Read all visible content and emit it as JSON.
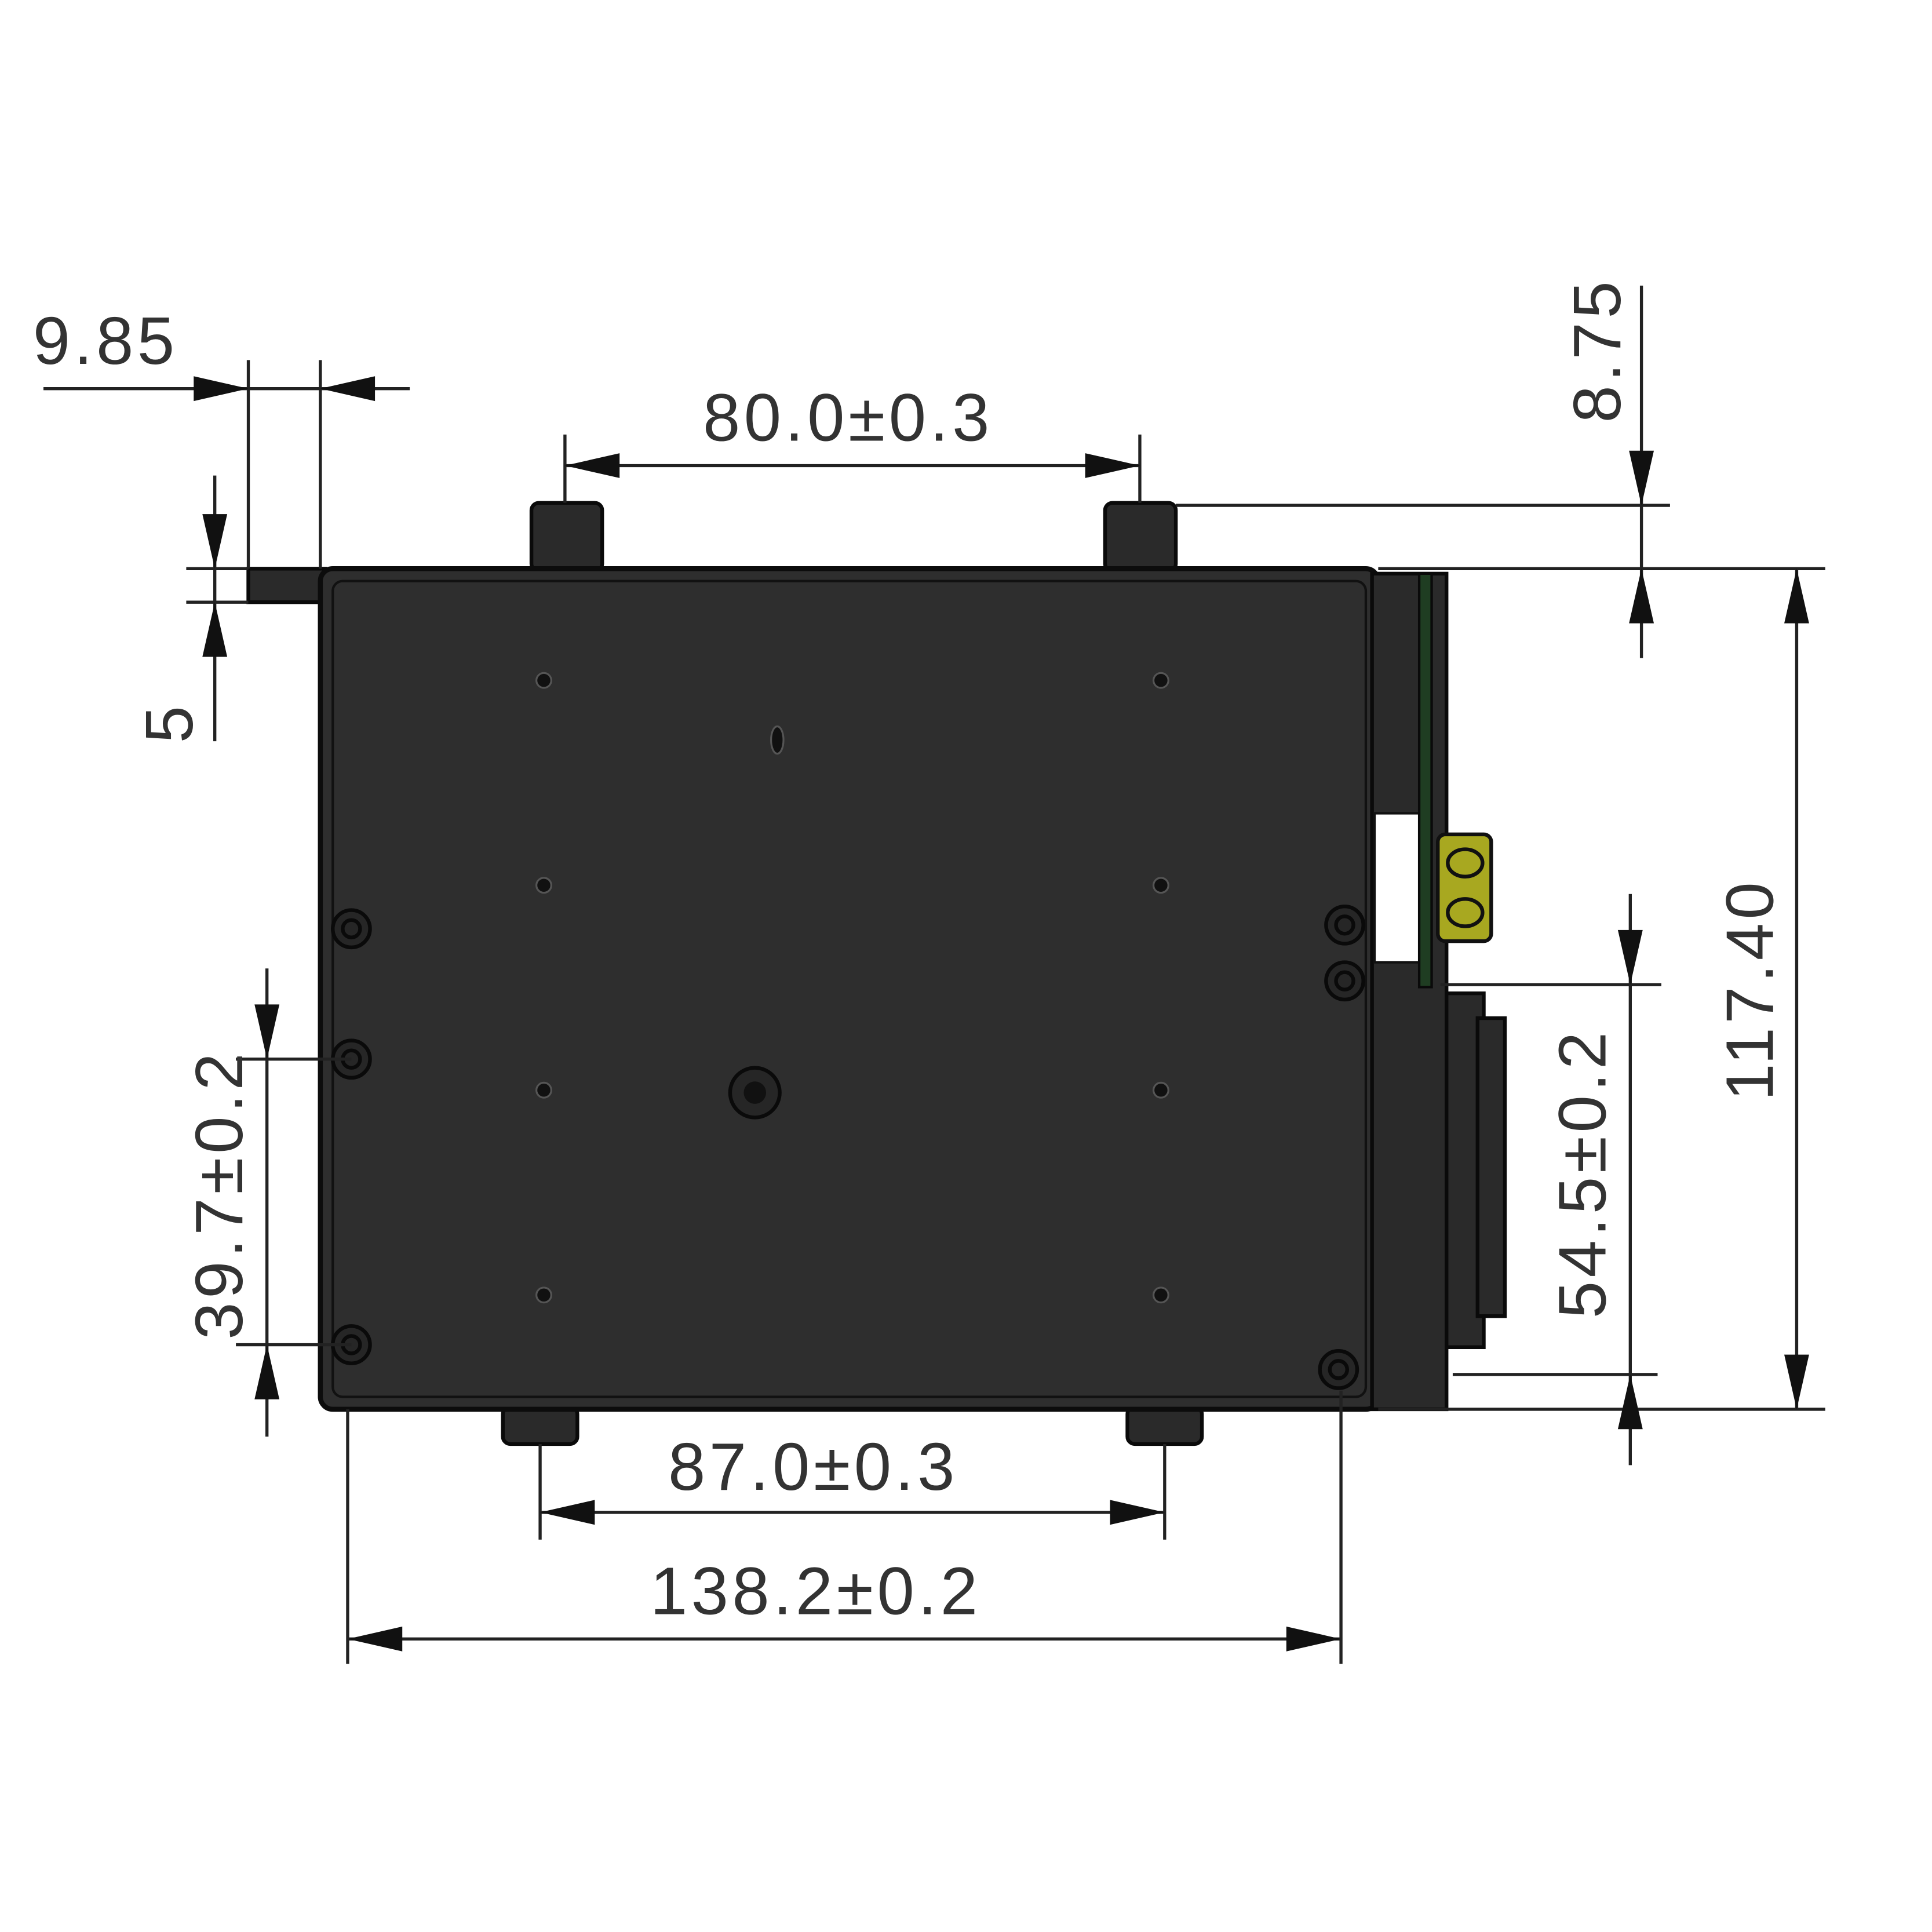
{
  "drawing": {
    "dimensions": {
      "tab_offset": "9.85",
      "top_boss_spacing": "80.0±0.3",
      "boss_height": "8.75",
      "tab_height": "5",
      "overall_height": "117.40",
      "right_block_height": "54.5±0.2",
      "left_mount_spacing": "39.7±0.2",
      "bottom_boss_spacing": "87.0±0.3",
      "overall_width": "138.2±0.2"
    },
    "colors": {
      "body": "#2e2e2e",
      "pcb": "#1f3d22",
      "connector": "#a8a820"
    }
  }
}
